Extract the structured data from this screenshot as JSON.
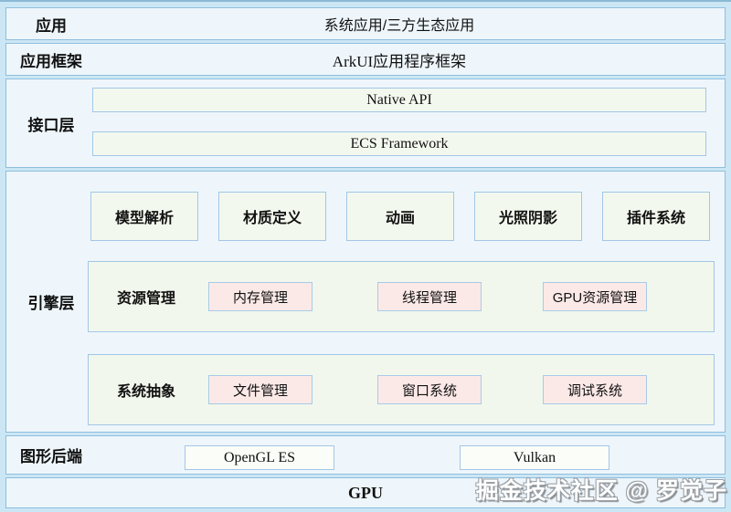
{
  "diagram": {
    "watermark": "掘金技术社区 @ 罗觉子",
    "colors": {
      "canvas_bg": "#cbe6f4",
      "row_bg": "#eef6fb",
      "row_border": "#8fbedd",
      "box_green_bg": "#f3f8ee",
      "box_white_bg": "#fbfdf8",
      "box_pink_bg": "#fbe9e7",
      "box_border": "#a3c7e6",
      "text": "#111111"
    },
    "layers": {
      "app": {
        "label": "应用",
        "content": "系统应用/三方生态应用"
      },
      "framework": {
        "label": "应用框架",
        "content": "ArkUI应用程序框架"
      },
      "interface": {
        "label": "接口层",
        "boxes": [
          "Native API",
          "ECS Framework"
        ]
      },
      "engine": {
        "label": "引擎层",
        "modules": [
          "模型解析",
          "材质定义",
          "动画",
          "光照阴影",
          "插件系统"
        ],
        "groups": [
          {
            "label": "资源管理",
            "items": [
              "内存管理",
              "线程管理",
              "GPU资源管理"
            ]
          },
          {
            "label": "系统抽象",
            "items": [
              "文件管理",
              "窗口系统",
              "调试系统"
            ]
          }
        ]
      },
      "backend": {
        "label": "图形后端",
        "boxes": [
          "OpenGL ES",
          "Vulkan"
        ]
      },
      "gpu": {
        "label": "GPU"
      }
    }
  }
}
